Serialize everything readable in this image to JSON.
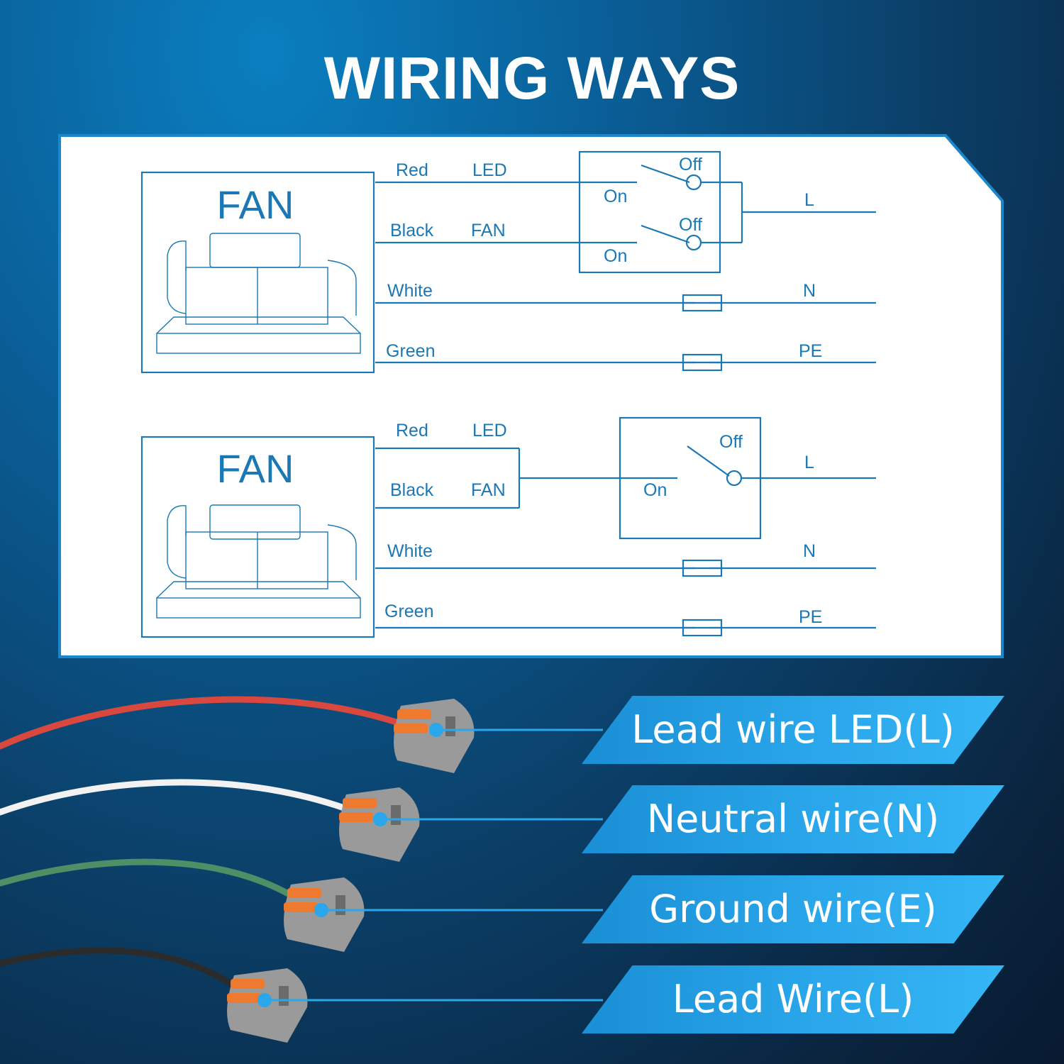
{
  "title": "WIRING WAYS",
  "colors": {
    "diagram_line": "#1c78b4",
    "panel_border": "#1a86cc",
    "banner": "#2aa6ea",
    "pointer": "#2aa6ea",
    "red_wire": "#d9483f",
    "white_wire": "#f2f2f2",
    "green_wire": "#4f8f66",
    "black_wire": "#2b2b2b",
    "connector_body": "#8f8f8f",
    "connector_lever": "#ee7a2f"
  },
  "diagrams": [
    {
      "device_label": "FAN",
      "type": "dual-switch",
      "wires": [
        {
          "color_name": "Red",
          "function": "LED"
        },
        {
          "color_name": "Black",
          "function": "FAN"
        },
        {
          "color_name": "White",
          "function": ""
        },
        {
          "color_name": "Green",
          "function": ""
        }
      ],
      "switch": {
        "on_label": "On",
        "off_label": "Off"
      },
      "terminals": [
        "L",
        "N",
        "PE"
      ]
    },
    {
      "device_label": "FAN",
      "type": "single-switch",
      "wires": [
        {
          "color_name": "Red",
          "function": "LED"
        },
        {
          "color_name": "Black",
          "function": "FAN"
        },
        {
          "color_name": "White",
          "function": ""
        },
        {
          "color_name": "Green",
          "function": ""
        }
      ],
      "switch": {
        "on_label": "On",
        "off_label": "Off"
      },
      "terminals": [
        "L",
        "N",
        "PE"
      ]
    }
  ],
  "connectors": [
    {
      "wire": "red",
      "label": "Lead wire LED(L)"
    },
    {
      "wire": "white",
      "label": "Neutral wire(N)"
    },
    {
      "wire": "green",
      "label": "Ground wire(E)"
    },
    {
      "wire": "black",
      "label": "Lead Wire(L)"
    }
  ]
}
